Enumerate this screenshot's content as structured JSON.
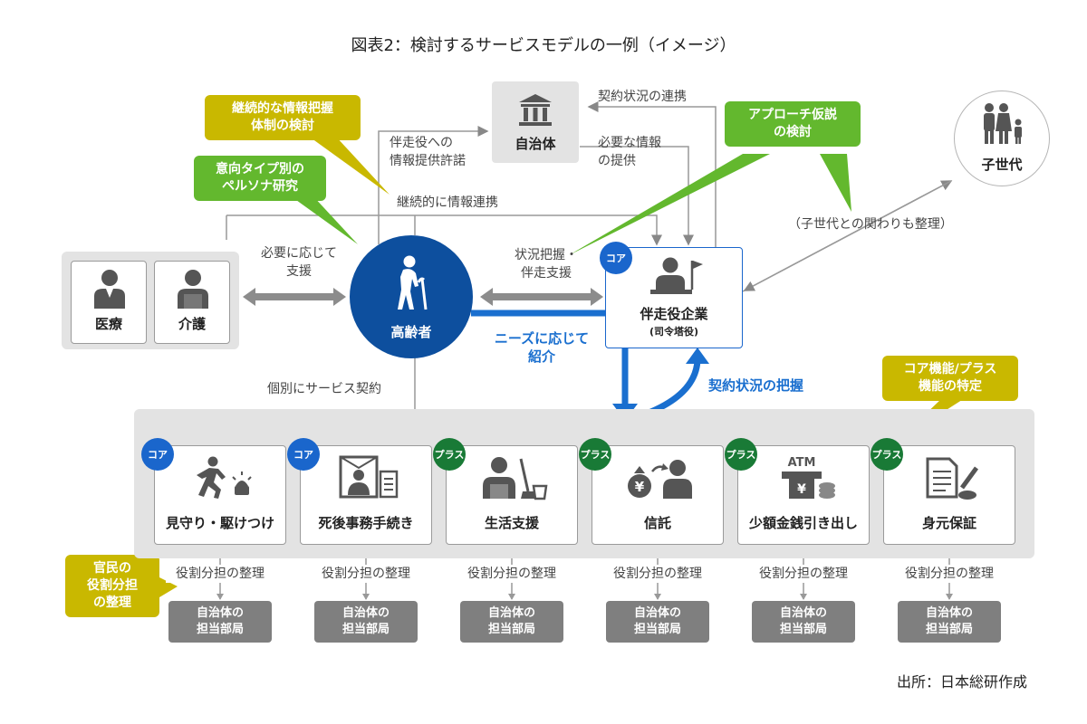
{
  "title": "図表2：検討するサービスモデルの一例（イメージ）",
  "source": "出所：日本総研作成",
  "callouts": {
    "continuous_info": [
      "継続的な情報把握",
      "体制の検討"
    ],
    "persona": [
      "意向タイプ別の",
      "ペルソナ研究"
    ],
    "approach": [
      "アプローチ仮説",
      "の検討"
    ],
    "core_plus": [
      "コア機能/プラス",
      "機能の特定"
    ],
    "public_private": [
      "官民の",
      "役割分担",
      "の整理"
    ]
  },
  "nodes": {
    "municipality": "自治体",
    "elderly": "高齢者",
    "companion": "伴走役企業",
    "companion_sub": "(司令塔役)",
    "children": "子世代",
    "medical": "医療",
    "care": "介護"
  },
  "arrow_labels": {
    "permission": [
      "伴走役への",
      "情報提供許諾"
    ],
    "contract_link": "契約状況の連携",
    "necessary_info": [
      "必要な情報",
      "の提供"
    ],
    "continuous_link": "継続的に情報連携",
    "support_as_needed": [
      "必要に応じて",
      "支援"
    ],
    "situation": [
      "状況把握・",
      "伴走支援"
    ],
    "child_relation": "（子世代との関わりも整理）",
    "intro_by_needs": [
      "ニーズに応じて",
      "紹介"
    ],
    "contract_grasp": "契約状況の把握",
    "individual_contract": "個別にサービス契約"
  },
  "badges": {
    "core": "コア",
    "plus": "プラス"
  },
  "services": [
    {
      "label": "見守り・駆けつけ",
      "badge": "core",
      "icon": "running-alarm-icon"
    },
    {
      "label": "死後事務手続き",
      "badge": "core",
      "icon": "portrait-document-icon"
    },
    {
      "label": "生活支援",
      "badge": "plus",
      "icon": "housekeeper-icon"
    },
    {
      "label": "信託",
      "badge": "plus",
      "icon": "money-person-icon"
    },
    {
      "label": "少額金銭引き出し",
      "badge": "plus",
      "icon": "atm-icon"
    },
    {
      "label": "身元保証",
      "badge": "plus",
      "icon": "document-pen-icon"
    }
  ],
  "role_label": "役割分担の整理",
  "dept_label": [
    "自治体の",
    "担当部局"
  ],
  "atm_text": "ATM",
  "colors": {
    "blue_dark": "#0d4f9e",
    "blue_arrow": "#1a6fcf",
    "core": "#1a66cc",
    "plus": "#197a36",
    "yellow": "#c9b800",
    "green": "#63b82e"
  }
}
